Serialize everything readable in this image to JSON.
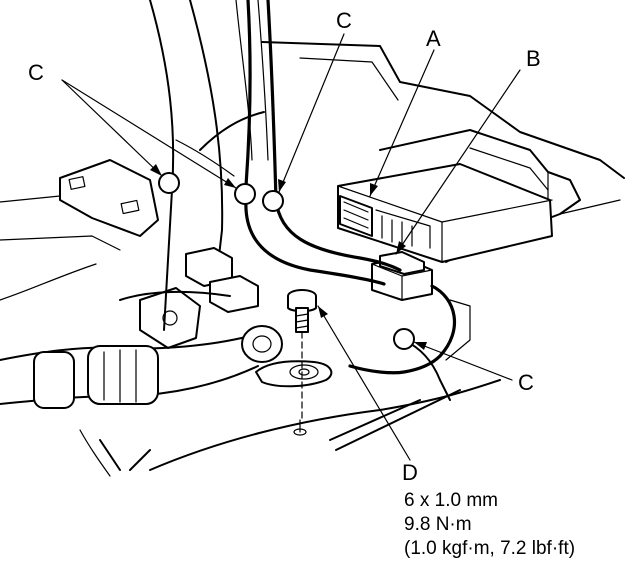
{
  "callouts": {
    "c_upper_left": "C",
    "c_upper_right": "C",
    "a": "A",
    "b": "B",
    "c_lower": "C",
    "d": "D"
  },
  "spec": {
    "size": "6 x 1.0 mm",
    "torque_nm": "9.8 N·m",
    "torque_alt": "(1.0 kgf·m, 7.2 lbf·ft)"
  },
  "icons": [
    "clip",
    "connector",
    "control-unit",
    "bolt",
    "leader-arrow"
  ]
}
